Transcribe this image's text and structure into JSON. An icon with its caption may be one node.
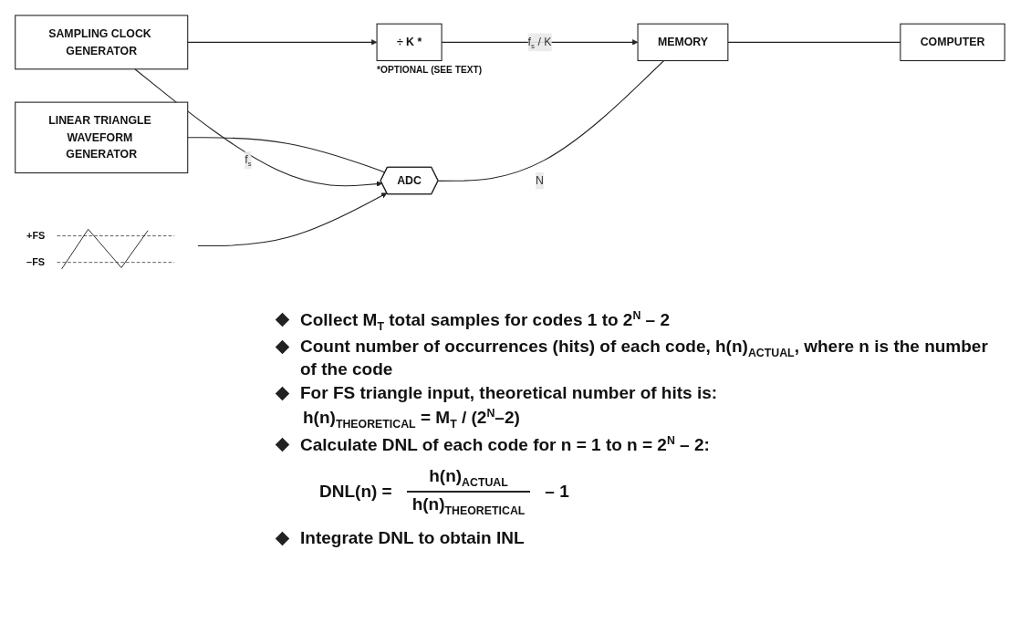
{
  "diagram": {
    "nodes": [
      {
        "text": [
          "LINEAR TRIANGLE WAVEFORM GENERATOR"
        ]
      },
      {
        "text": [
          "SAMPLING CLOCK GENERATOR"
        ]
      },
      {
        "text": [
          "÷ K *"
        ],
        "beside": [
          "*OPTIONAL (SEE TEXT)"
        ]
      },
      {
        "text": [
          "ADC"
        ]
      },
      {
        "text": [
          "MEMORY"
        ]
      },
      {
        "text": [
          "COMPUTER"
        ]
      },
      {
        "text": [],
        "shape": "picture"
      }
    ],
    "edges": [
      {
        "from": 0,
        "to": 3,
        "arrow": "none"
      },
      {
        "from": 1,
        "to": 3,
        "arrow": "to",
        "label": "f$_{s}$"
      },
      {
        "from": 1,
        "to": 2,
        "arrow": "to"
      },
      {
        "from": 2,
        "to": 4,
        "arrow": "to",
        "label": "f$_{s}$ / K"
      },
      {
        "from": 3,
        "to": 4,
        "arrow": "none",
        "label": "N"
      },
      {
        "from": 4,
        "to": 5,
        "arrow": "none"
      },
      {
        "from": 6,
        "to": 3,
        "arrow": "to"
      }
    ],
    "labels": [
      "+FS",
      "–FS",
      "Collect M$_{T}$ total samples for codes 1 to 2$^{N}$ – 2",
      "Count number of occurrences (hits) of each code, h(n)$_{ACTUAL}$, where n is the number of the code",
      "For FS triangle input, theoretical number of hits is:",
      "h(n)$_{THEORETICAL}$ = M$_{T}$ / (2$^{N}$–2)",
      "Calculate DNL of each code for n = 1 to n = 2$^{N}$ – 2:",
      "DNL(n) =",
      "h(n)$_{ACTUAL}$",
      "h(n)$_{THEORETICAL}$",
      "– 1",
      "Integrate DNL to obtain INL"
    ]
  }
}
